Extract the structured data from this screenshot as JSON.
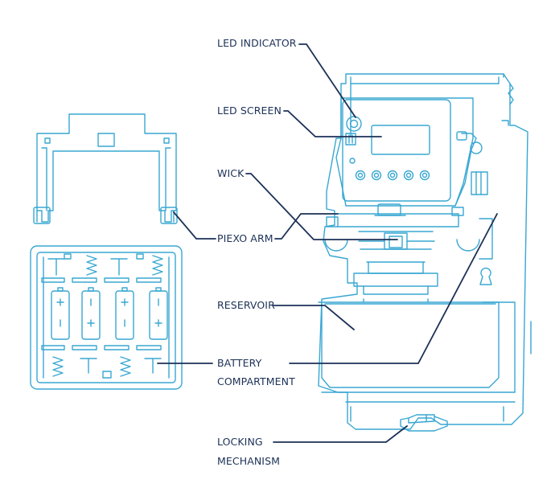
{
  "labels": {
    "led_indicator": "LED INDICATOR",
    "led_screen": "LED SCREEN",
    "wick": "WICK",
    "piezo_arm": "PIEXO ARM",
    "reservoir": "RESERVOIR",
    "battery_line1": "BATTERY",
    "battery_line2": "COMPARTMENT",
    "locking_line1": "LOCKING",
    "locking_line2": "MECHANISM"
  },
  "colors": {
    "outline": "#38a7d2",
    "leader": "#1c3157",
    "text": "#1c3157"
  },
  "icons": [
    "battery-cell-icon",
    "spring-coil-icon",
    "keyhole-icon",
    "button-icon"
  ]
}
